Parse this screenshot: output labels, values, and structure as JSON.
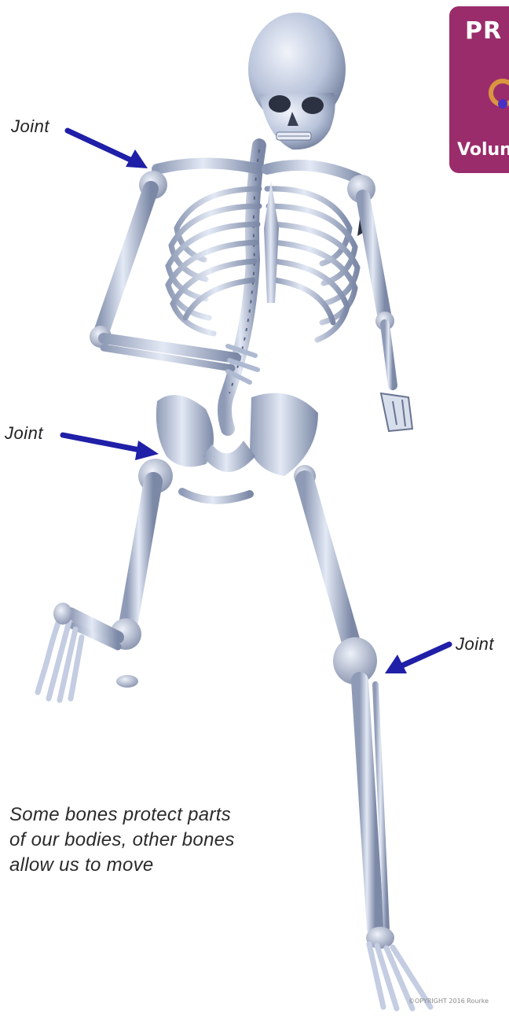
{
  "labels": {
    "joint_shoulder": "Joint",
    "joint_hip": "Joint",
    "joint_knee": "Joint"
  },
  "caption": {
    "line1": "Some bones protect parts",
    "line2": "of our bodies, other bones",
    "line3": "allow us to move"
  },
  "badge": {
    "top_text": "PR",
    "bottom_text": "Volun"
  },
  "copyright": "©OPYRIGHT 2016 Rourke",
  "colors": {
    "arrow": "#1f1fa8",
    "bone": "#c9d3e6",
    "bone_shadow": "#7f8ca8",
    "badge_bg": "#9b2c6b"
  }
}
